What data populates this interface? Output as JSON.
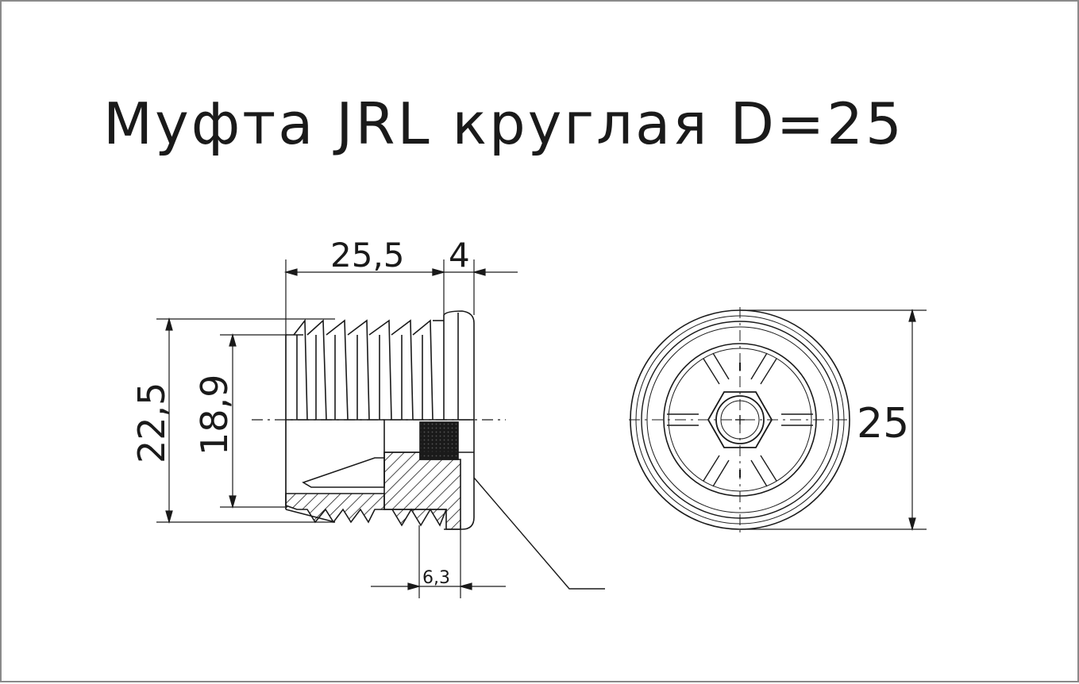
{
  "title": "Муфта JRL круглая D=25",
  "dimensions": {
    "length_body": "25,5",
    "flange_width": "4",
    "outer_diameter_side": "22,5",
    "inner_diameter": "18,9",
    "hex_width": "6,3",
    "diameter_front": "25"
  },
  "colors": {
    "line": "#1a1a1a",
    "border": "#8a8a8a",
    "background": "#ffffff"
  }
}
